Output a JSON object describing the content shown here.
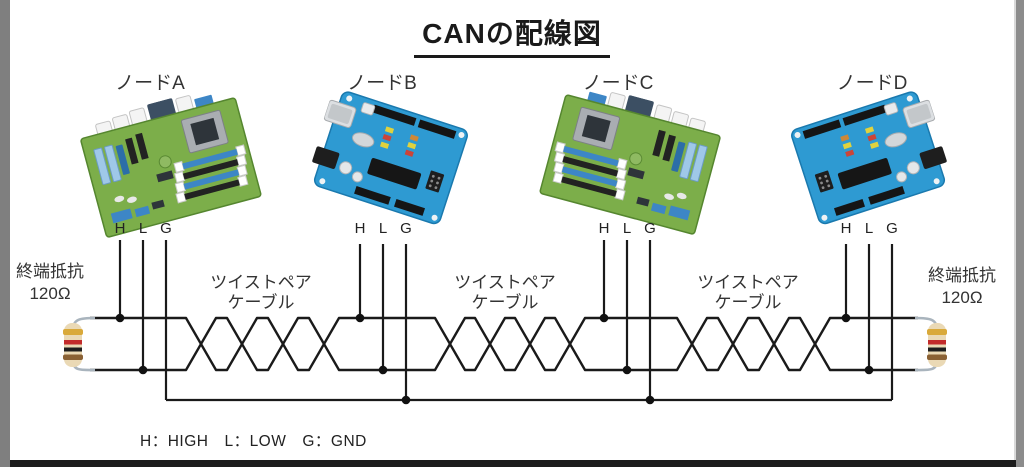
{
  "title": "CANの配線図",
  "nodes": [
    {
      "label": "ノードA",
      "board": "motherboard",
      "pins": [
        "H",
        "L",
        "G"
      ]
    },
    {
      "label": "ノードB",
      "board": "arduino",
      "pins": [
        "H",
        "L",
        "G"
      ]
    },
    {
      "label": "ノードC",
      "board": "motherboard",
      "pins": [
        "H",
        "L",
        "G"
      ]
    },
    {
      "label": "ノードD",
      "board": "arduino",
      "pins": [
        "H",
        "L",
        "G"
      ]
    }
  ],
  "terminators": {
    "left": {
      "line1": "終端抵抗",
      "line2": "120Ω"
    },
    "right": {
      "line1": "終端抵抗",
      "line2": "120Ω"
    }
  },
  "cables": [
    {
      "line1": "ツイストペア",
      "line2": "ケーブル"
    },
    {
      "line1": "ツイストペア",
      "line2": "ケーブル"
    },
    {
      "line1": "ツイストペア",
      "line2": "ケーブル"
    }
  ],
  "legend": "H：HIGH　L：LOW　G：GND",
  "colors": {
    "wire": "#1a1a1a",
    "resistor_body": "#ead9b5",
    "band_gold": "#d9a93a",
    "band_red": "#c22b2b",
    "band_black": "#1e1e1e",
    "band_brown": "#8a6134",
    "pcb_green": "#7cae4a",
    "arduino_blue": "#2e9ad2"
  }
}
